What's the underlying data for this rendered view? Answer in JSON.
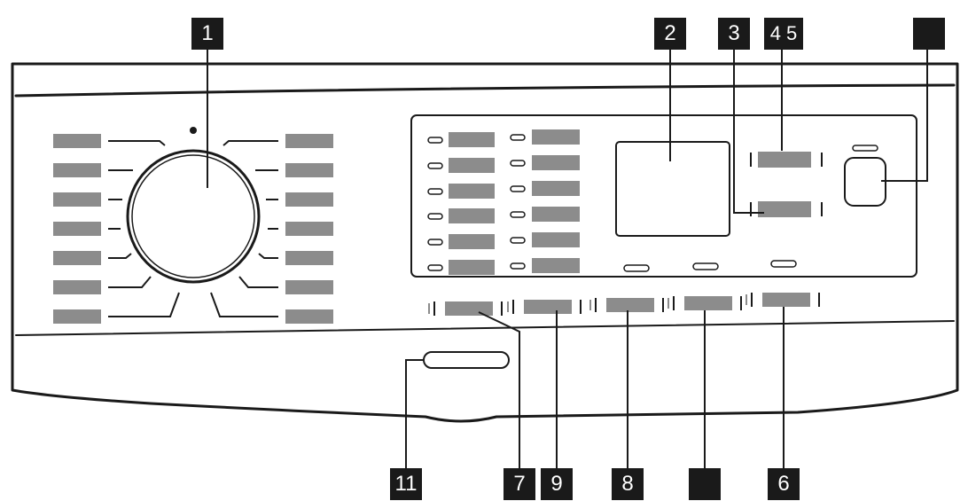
{
  "callouts": {
    "c1": "1",
    "c2": "2",
    "c3": "3",
    "c45": "4 5",
    "c_top_right": "",
    "c11": "11",
    "c7": "7",
    "c9": "9",
    "c8": "8",
    "c_bottom_blank": "",
    "c6": "6"
  },
  "colors": {
    "outline": "#1a1a1a",
    "placeholder": "#8c8c8c",
    "label_bg": "#1a1a1a",
    "label_text": "#ffffff"
  }
}
